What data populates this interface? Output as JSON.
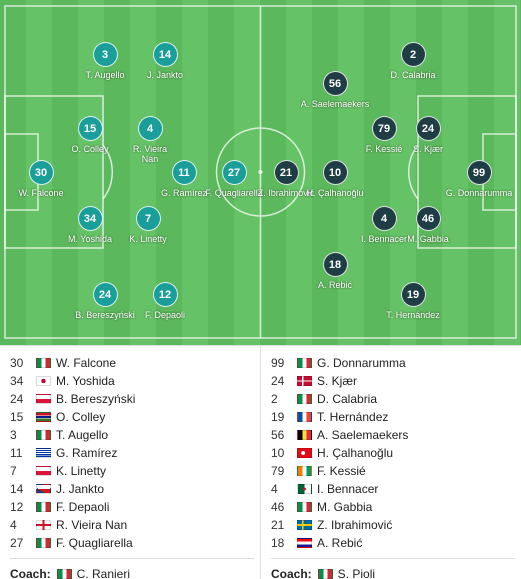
{
  "home_pitch": [
    {
      "num": "3",
      "name": "T. Augello"
    },
    {
      "num": "14",
      "name": "J. Jankto"
    },
    {
      "num": "15",
      "name": "O. Colley"
    },
    {
      "num": "4",
      "name": "R. Vieira Nan"
    },
    {
      "num": "30",
      "name": "W. Falcone"
    },
    {
      "num": "11",
      "name": "G. Ramírez"
    },
    {
      "num": "27",
      "name": "F. Quagliarella"
    },
    {
      "num": "34",
      "name": "M. Yoshida"
    },
    {
      "num": "7",
      "name": "K. Linetty"
    },
    {
      "num": "24",
      "name": "B. Bereszyński"
    },
    {
      "num": "12",
      "name": "F. Depaoli"
    }
  ],
  "away_pitch": [
    {
      "num": "2",
      "name": "D. Calabria"
    },
    {
      "num": "56",
      "name": "A. Saelemaekers"
    },
    {
      "num": "79",
      "name": "F. Kessié"
    },
    {
      "num": "24",
      "name": "S. Kjær"
    },
    {
      "num": "21",
      "name": "Z. Ibrahimović"
    },
    {
      "num": "10",
      "name": "H. Çalhanoğlu"
    },
    {
      "num": "99",
      "name": "G. Donnarumma"
    },
    {
      "num": "4",
      "name": "I. Bennacer"
    },
    {
      "num": "46",
      "name": "M. Gabbia"
    },
    {
      "num": "18",
      "name": "A. Rebić"
    },
    {
      "num": "19",
      "name": "T. Hernández"
    }
  ],
  "home_list": [
    {
      "num": "30",
      "name": "W. Falcone",
      "flag": "italy"
    },
    {
      "num": "34",
      "name": "M. Yoshida",
      "flag": "japan"
    },
    {
      "num": "24",
      "name": "B. Bereszyński",
      "flag": "poland"
    },
    {
      "num": "15",
      "name": "O. Colley",
      "flag": "gambia"
    },
    {
      "num": "3",
      "name": "T. Augello",
      "flag": "italy"
    },
    {
      "num": "11",
      "name": "G. Ramírez",
      "flag": "uruguay"
    },
    {
      "num": "7",
      "name": "K. Linetty",
      "flag": "poland"
    },
    {
      "num": "14",
      "name": "J. Jankto",
      "flag": "czech"
    },
    {
      "num": "12",
      "name": "F. Depaoli",
      "flag": "italy"
    },
    {
      "num": "4",
      "name": "R. Vieira Nan",
      "flag": "england"
    },
    {
      "num": "27",
      "name": "F. Quagliarella",
      "flag": "italy"
    }
  ],
  "away_list": [
    {
      "num": "99",
      "name": "G. Donnarumma",
      "flag": "italy"
    },
    {
      "num": "24",
      "name": "S. Kjær",
      "flag": "denmark"
    },
    {
      "num": "2",
      "name": "D. Calabria",
      "flag": "italy"
    },
    {
      "num": "19",
      "name": "T. Hernández",
      "flag": "france"
    },
    {
      "num": "56",
      "name": "A. Saelemaekers",
      "flag": "belgium"
    },
    {
      "num": "10",
      "name": "H. Çalhanoğlu",
      "flag": "turkey"
    },
    {
      "num": "79",
      "name": "F. Kessié",
      "flag": "ivory-coast"
    },
    {
      "num": "4",
      "name": "I. Bennacer",
      "flag": "algeria"
    },
    {
      "num": "46",
      "name": "M. Gabbia",
      "flag": "italy"
    },
    {
      "num": "21",
      "name": "Z. Ibrahimović",
      "flag": "sweden"
    },
    {
      "num": "18",
      "name": "A. Rebić",
      "flag": "croatia"
    }
  ],
  "coaches": {
    "label": "Coach:",
    "home": {
      "name": "C. Ranieri",
      "flag": "italy"
    },
    "away": {
      "name": "S. Pioli",
      "flag": "italy"
    }
  },
  "colors": {
    "home_marker": "#1a9e9a",
    "away_marker": "#1f3d44",
    "pitch": "#5cb85c"
  }
}
